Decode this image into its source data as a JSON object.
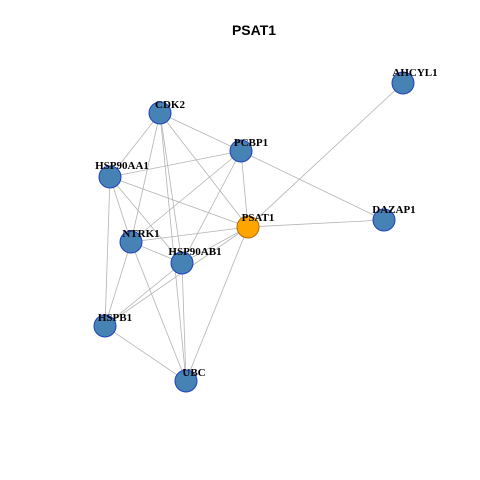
{
  "diagram": {
    "title": "PSAT1",
    "colors": {
      "node_fill": "#4682b4",
      "node_stroke": "#1f3fbf",
      "focus_fill": "#ffa500",
      "focus_stroke": "#b36b00",
      "edge": "#b3b3b3"
    },
    "nodes": [
      {
        "id": "CDK2",
        "label": "CDK2",
        "focus": false
      },
      {
        "id": "HSP90AA1",
        "label": "HSP90AA1",
        "focus": false
      },
      {
        "id": "PCBP1",
        "label": "PCBP1",
        "focus": false
      },
      {
        "id": "AHCYL1",
        "label": "AHCYL1",
        "focus": false
      },
      {
        "id": "PSAT1",
        "label": "PSAT1",
        "focus": true
      },
      {
        "id": "DAZAP1",
        "label": "DAZAP1",
        "focus": false
      },
      {
        "id": "NTRK1",
        "label": "NTRK1",
        "focus": false
      },
      {
        "id": "HSP90AB1",
        "label": "HSP90AB1",
        "focus": false
      },
      {
        "id": "HSPB1",
        "label": "HSPB1",
        "focus": false
      },
      {
        "id": "UBC",
        "label": "UBC",
        "focus": false
      }
    ],
    "edges": [
      [
        "CDK2",
        "HSP90AA1"
      ],
      [
        "CDK2",
        "PCBP1"
      ],
      [
        "CDK2",
        "PSAT1"
      ],
      [
        "CDK2",
        "NTRK1"
      ],
      [
        "CDK2",
        "HSP90AB1"
      ],
      [
        "CDK2",
        "UBC"
      ],
      [
        "HSP90AA1",
        "PCBP1"
      ],
      [
        "HSP90AA1",
        "PSAT1"
      ],
      [
        "HSP90AA1",
        "NTRK1"
      ],
      [
        "HSP90AA1",
        "HSP90AB1"
      ],
      [
        "HSP90AA1",
        "HSPB1"
      ],
      [
        "PCBP1",
        "PSAT1"
      ],
      [
        "PCBP1",
        "DAZAP1"
      ],
      [
        "PCBP1",
        "NTRK1"
      ],
      [
        "PCBP1",
        "HSP90AB1"
      ],
      [
        "AHCYL1",
        "PSAT1"
      ],
      [
        "PSAT1",
        "DAZAP1"
      ],
      [
        "PSAT1",
        "NTRK1"
      ],
      [
        "PSAT1",
        "HSP90AB1"
      ],
      [
        "PSAT1",
        "HSPB1"
      ],
      [
        "PSAT1",
        "UBC"
      ],
      [
        "NTRK1",
        "HSP90AB1"
      ],
      [
        "NTRK1",
        "HSPB1"
      ],
      [
        "NTRK1",
        "UBC"
      ],
      [
        "HSP90AB1",
        "HSPB1"
      ],
      [
        "HSP90AB1",
        "UBC"
      ],
      [
        "HSPB1",
        "UBC"
      ]
    ]
  }
}
